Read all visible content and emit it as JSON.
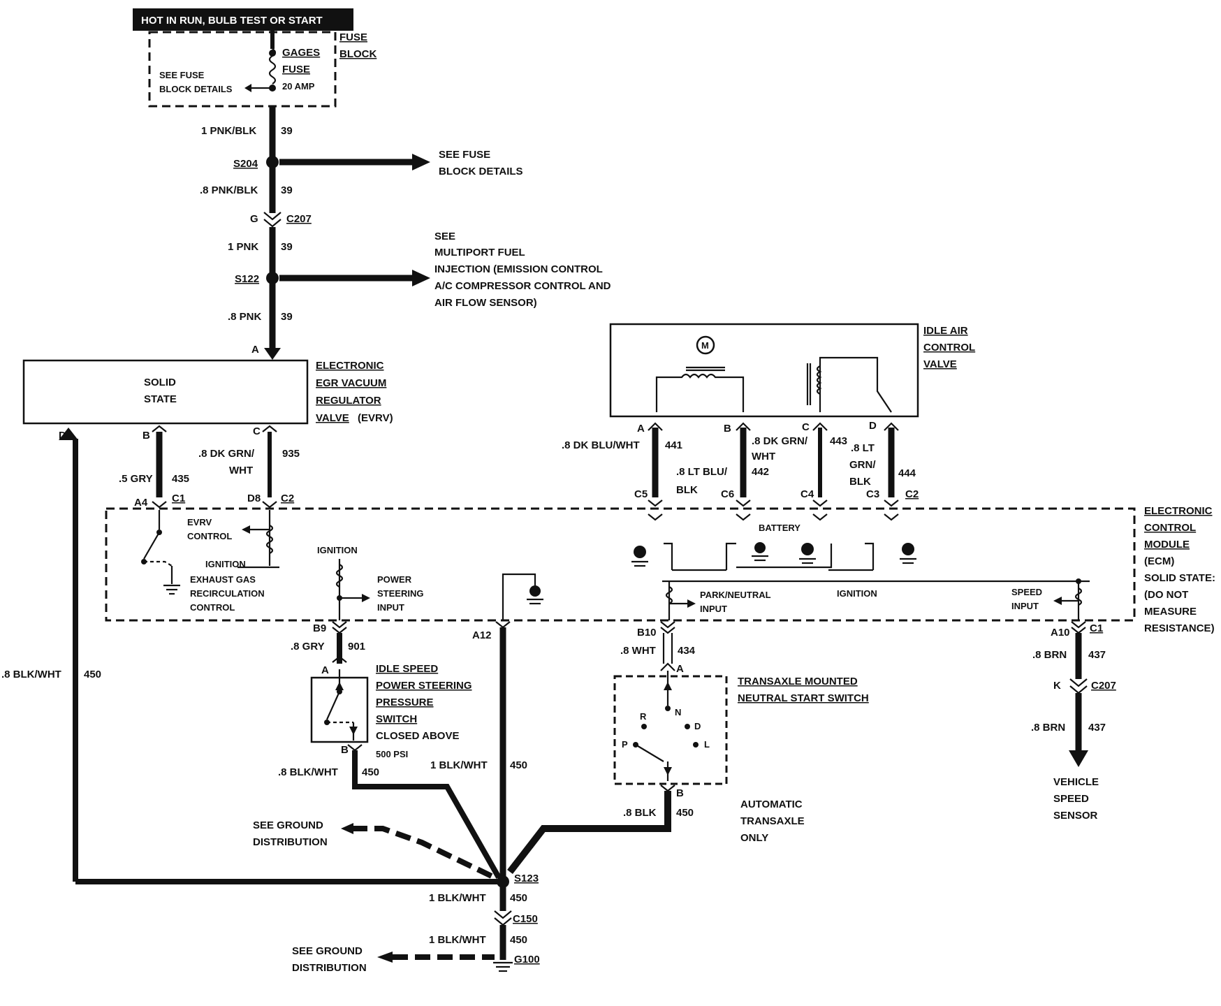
{
  "header": {
    "power_label": "HOT IN RUN, BULB TEST OR START"
  },
  "fuse_block": {
    "title_1": "FUSE",
    "title_2": "BLOCK",
    "fuse_1": "GAGES",
    "fuse_2": "FUSE",
    "rating": "20 AMP",
    "see_1": "SEE FUSE",
    "see_2": "BLOCK DETAILS"
  },
  "top_wires": {
    "w1_gauge": "1 PNK/BLK",
    "w1_circuit": "39",
    "splice_s204": "S204",
    "s204_ref_1": "SEE FUSE",
    "s204_ref_2": "BLOCK DETAILS",
    "w2_gauge": ".8 PNK/BLK",
    "w2_circuit": "39",
    "c207_pin": "G",
    "c207": "C207",
    "w3_gauge": "1 PNK",
    "w3_circuit": "39",
    "splice_s122": "S122",
    "s122_ref": [
      "SEE",
      "MULTIPORT FUEL",
      "INJECTION (EMISSION CONTROL",
      "A/C COMPRESSOR CONTROL AND",
      "AIR FLOW SENSOR)"
    ],
    "w4_gauge": ".8 PNK",
    "w4_circuit": "39",
    "evrv_pin_a": "A"
  },
  "evrv": {
    "body_1": "SOLID",
    "body_2": "STATE",
    "name": [
      "ELECTRONIC",
      "EGR VACUUM",
      "REGULATOR",
      "VALVE"
    ],
    "abbrev": "(EVRV)",
    "pin_b": "B",
    "pin_c": "C",
    "pin_d": "D",
    "b_gauge": ".5 GRY",
    "b_circuit": "435",
    "c_gauge_1": ".8 DK GRN/",
    "c_gauge_2": "WHT",
    "c_circuit": "935",
    "d_gauge": ".8 BLK/WHT",
    "d_circuit": "450",
    "ecm_pin_a4": "A4",
    "conn_c1": "C1",
    "ecm_pin_d8": "D8",
    "conn_c2": "C2"
  },
  "iac": {
    "name": [
      "IDLE AIR",
      "CONTROL",
      "VALVE"
    ],
    "motor": "M",
    "pins": [
      "A",
      "B",
      "C",
      "D"
    ],
    "wire_a_gauge": ".8 DK BLU/WHT",
    "wire_a_circuit": "441",
    "wire_b_gauge_1": ".8 LT BLU/",
    "wire_b_gauge_2": "BLK",
    "wire_b_circuit": "442",
    "wire_c_gauge_1": ".8 DK GRN/",
    "wire_c_gauge_2": "WHT",
    "wire_c_circuit": "443",
    "wire_d_gauge_1": ".8 LT",
    "wire_d_gauge_2": "GRN/",
    "wire_d_gauge_3": "BLK",
    "wire_d_circuit": "444",
    "ecm_pins": [
      "C5",
      "C6",
      "C4",
      "C3"
    ],
    "conn_c2": "C2"
  },
  "ecm": {
    "name": [
      "ELECTRONIC",
      "CONTROL",
      "MODULE",
      "(ECM)"
    ],
    "note": [
      "SOLID STATE:",
      "(DO NOT",
      "MEASURE",
      "RESISTANCE)"
    ],
    "evrv_control_1": "EVRV",
    "evrv_control_2": "CONTROL",
    "ignition": "IGNITION",
    "egr_1": "EXHAUST GAS",
    "egr_2": "RECIRCULATION",
    "egr_3": "CONTROL",
    "ps_input_1": "POWER",
    "ps_input_2": "STEERING",
    "ps_input_3": "INPUT",
    "battery": "BATTERY",
    "pn_input_1": "PARK/NEUTRAL",
    "pn_input_2": "INPUT",
    "speed_input_1": "SPEED",
    "speed_input_2": "INPUT",
    "pin_b9": "B9",
    "pin_a12": "A12",
    "pin_b10": "B10",
    "pin_a10": "A10",
    "conn_c1": "C1"
  },
  "ps_switch": {
    "wire_gauge": ".8 GRY",
    "wire_circuit": "901",
    "pin_a": "A",
    "pin_b": "B",
    "name": [
      "IDLE SPEED",
      "POWER STEERING",
      "PRESSURE",
      "SWITCH"
    ],
    "note_1": "CLOSED ABOVE",
    "note_2": "500 PSI",
    "ground_gauge": ".8 BLK/WHT",
    "ground_circuit": "450"
  },
  "a12_wire": {
    "gauge": "1 BLK/WHT",
    "circuit": "450"
  },
  "nss": {
    "wire_gauge": ".8 WHT",
    "wire_circuit": "434",
    "pin_a": "A",
    "pin_b": "B",
    "name_1": "TRANSAXLE MOUNTED",
    "name_2": "NEUTRAL START SWITCH",
    "positions": [
      "R",
      "N",
      "D",
      "P",
      "L"
    ],
    "ground_gauge": ".8 BLK",
    "ground_circuit": "450",
    "note": [
      "AUTOMATIC",
      "TRANSAXLE",
      "ONLY"
    ]
  },
  "vss": {
    "w1_gauge": ".8 BRN",
    "w1_circuit": "437",
    "c207_pin": "K",
    "c207": "C207",
    "w2_gauge": ".8 BRN",
    "w2_circuit": "437",
    "name": [
      "VEHICLE",
      "SPEED",
      "SENSOR"
    ]
  },
  "ground": {
    "see_1": "SEE GROUND",
    "see_2": "DISTRIBUTION",
    "splice_s123": "S123",
    "w1_gauge": "1 BLK/WHT",
    "w1_circuit": "450",
    "c150": "C150",
    "w2_gauge": "1 BLK/WHT",
    "w2_circuit": "450",
    "g100": "G100",
    "see2_1": "SEE GROUND",
    "see2_2": "DISTRIBUTION"
  }
}
